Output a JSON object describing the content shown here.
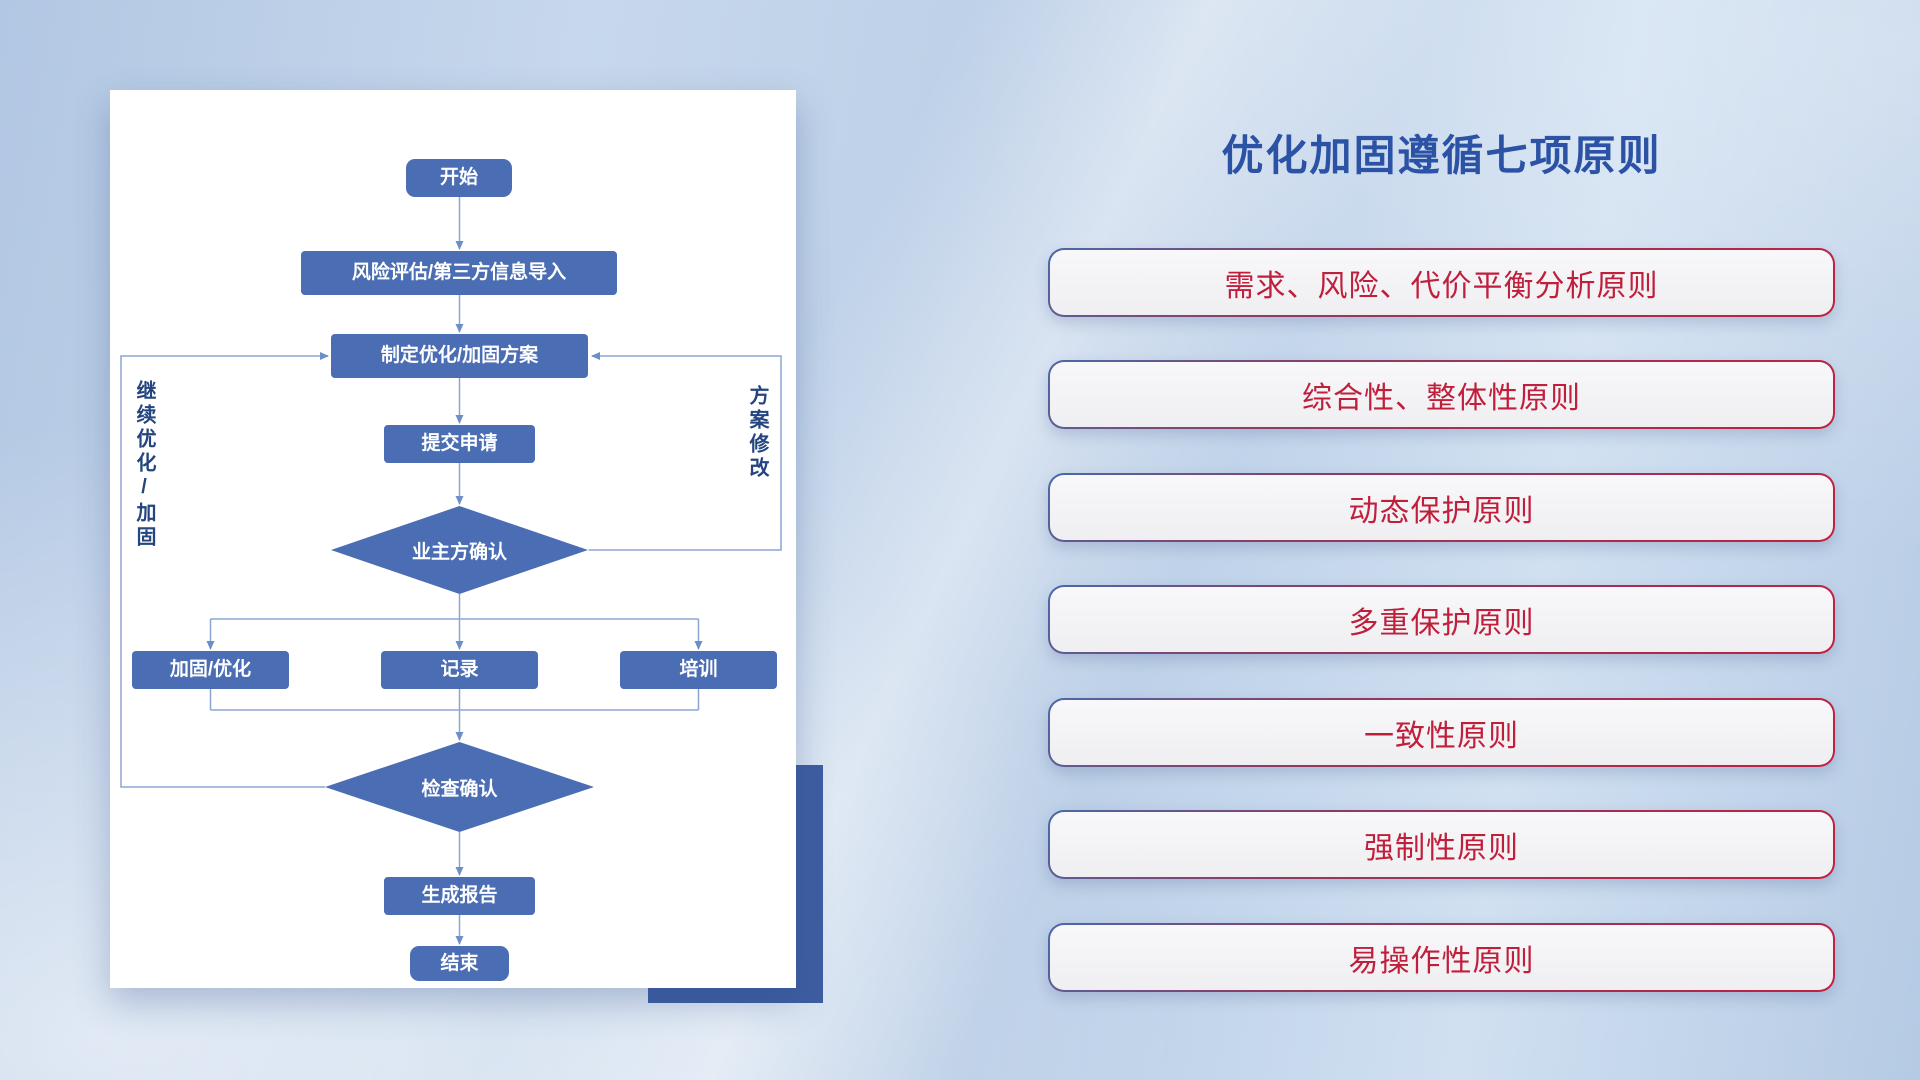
{
  "title": "优化加固遵循七项原则",
  "flowchart": {
    "nodes": {
      "start": "开始",
      "risk_import": "风险评估/第三方信息导入",
      "make_plan": "制定优化/加固方案",
      "submit": "提交申请",
      "owner_confirm": "业主方确认",
      "reinforce": "加固/优化",
      "record": "记录",
      "training": "培训",
      "check_confirm": "检查确认",
      "report": "生成报告",
      "end": "结束"
    },
    "loop_labels": {
      "continue_optimize": "继续优化/加固",
      "plan_revision": "方案修改"
    }
  },
  "principles": [
    "需求、风险、代价平衡分析原则",
    "综合性、整体性原则",
    "动态保护原则",
    "多重保护原则",
    "一致性原则",
    "强制性原则",
    "易操作性原则"
  ],
  "colors": {
    "flow_node_fill": "#4b6db4",
    "connector_line": "#8aa6d3",
    "arrowhead": "#6d8fc9",
    "title_text": "#2b52a5",
    "principle_text": "#c01f3c",
    "loop_label_text": "#24457f",
    "accent_rect": "#3e5da2",
    "card_background": "#ffffff"
  }
}
